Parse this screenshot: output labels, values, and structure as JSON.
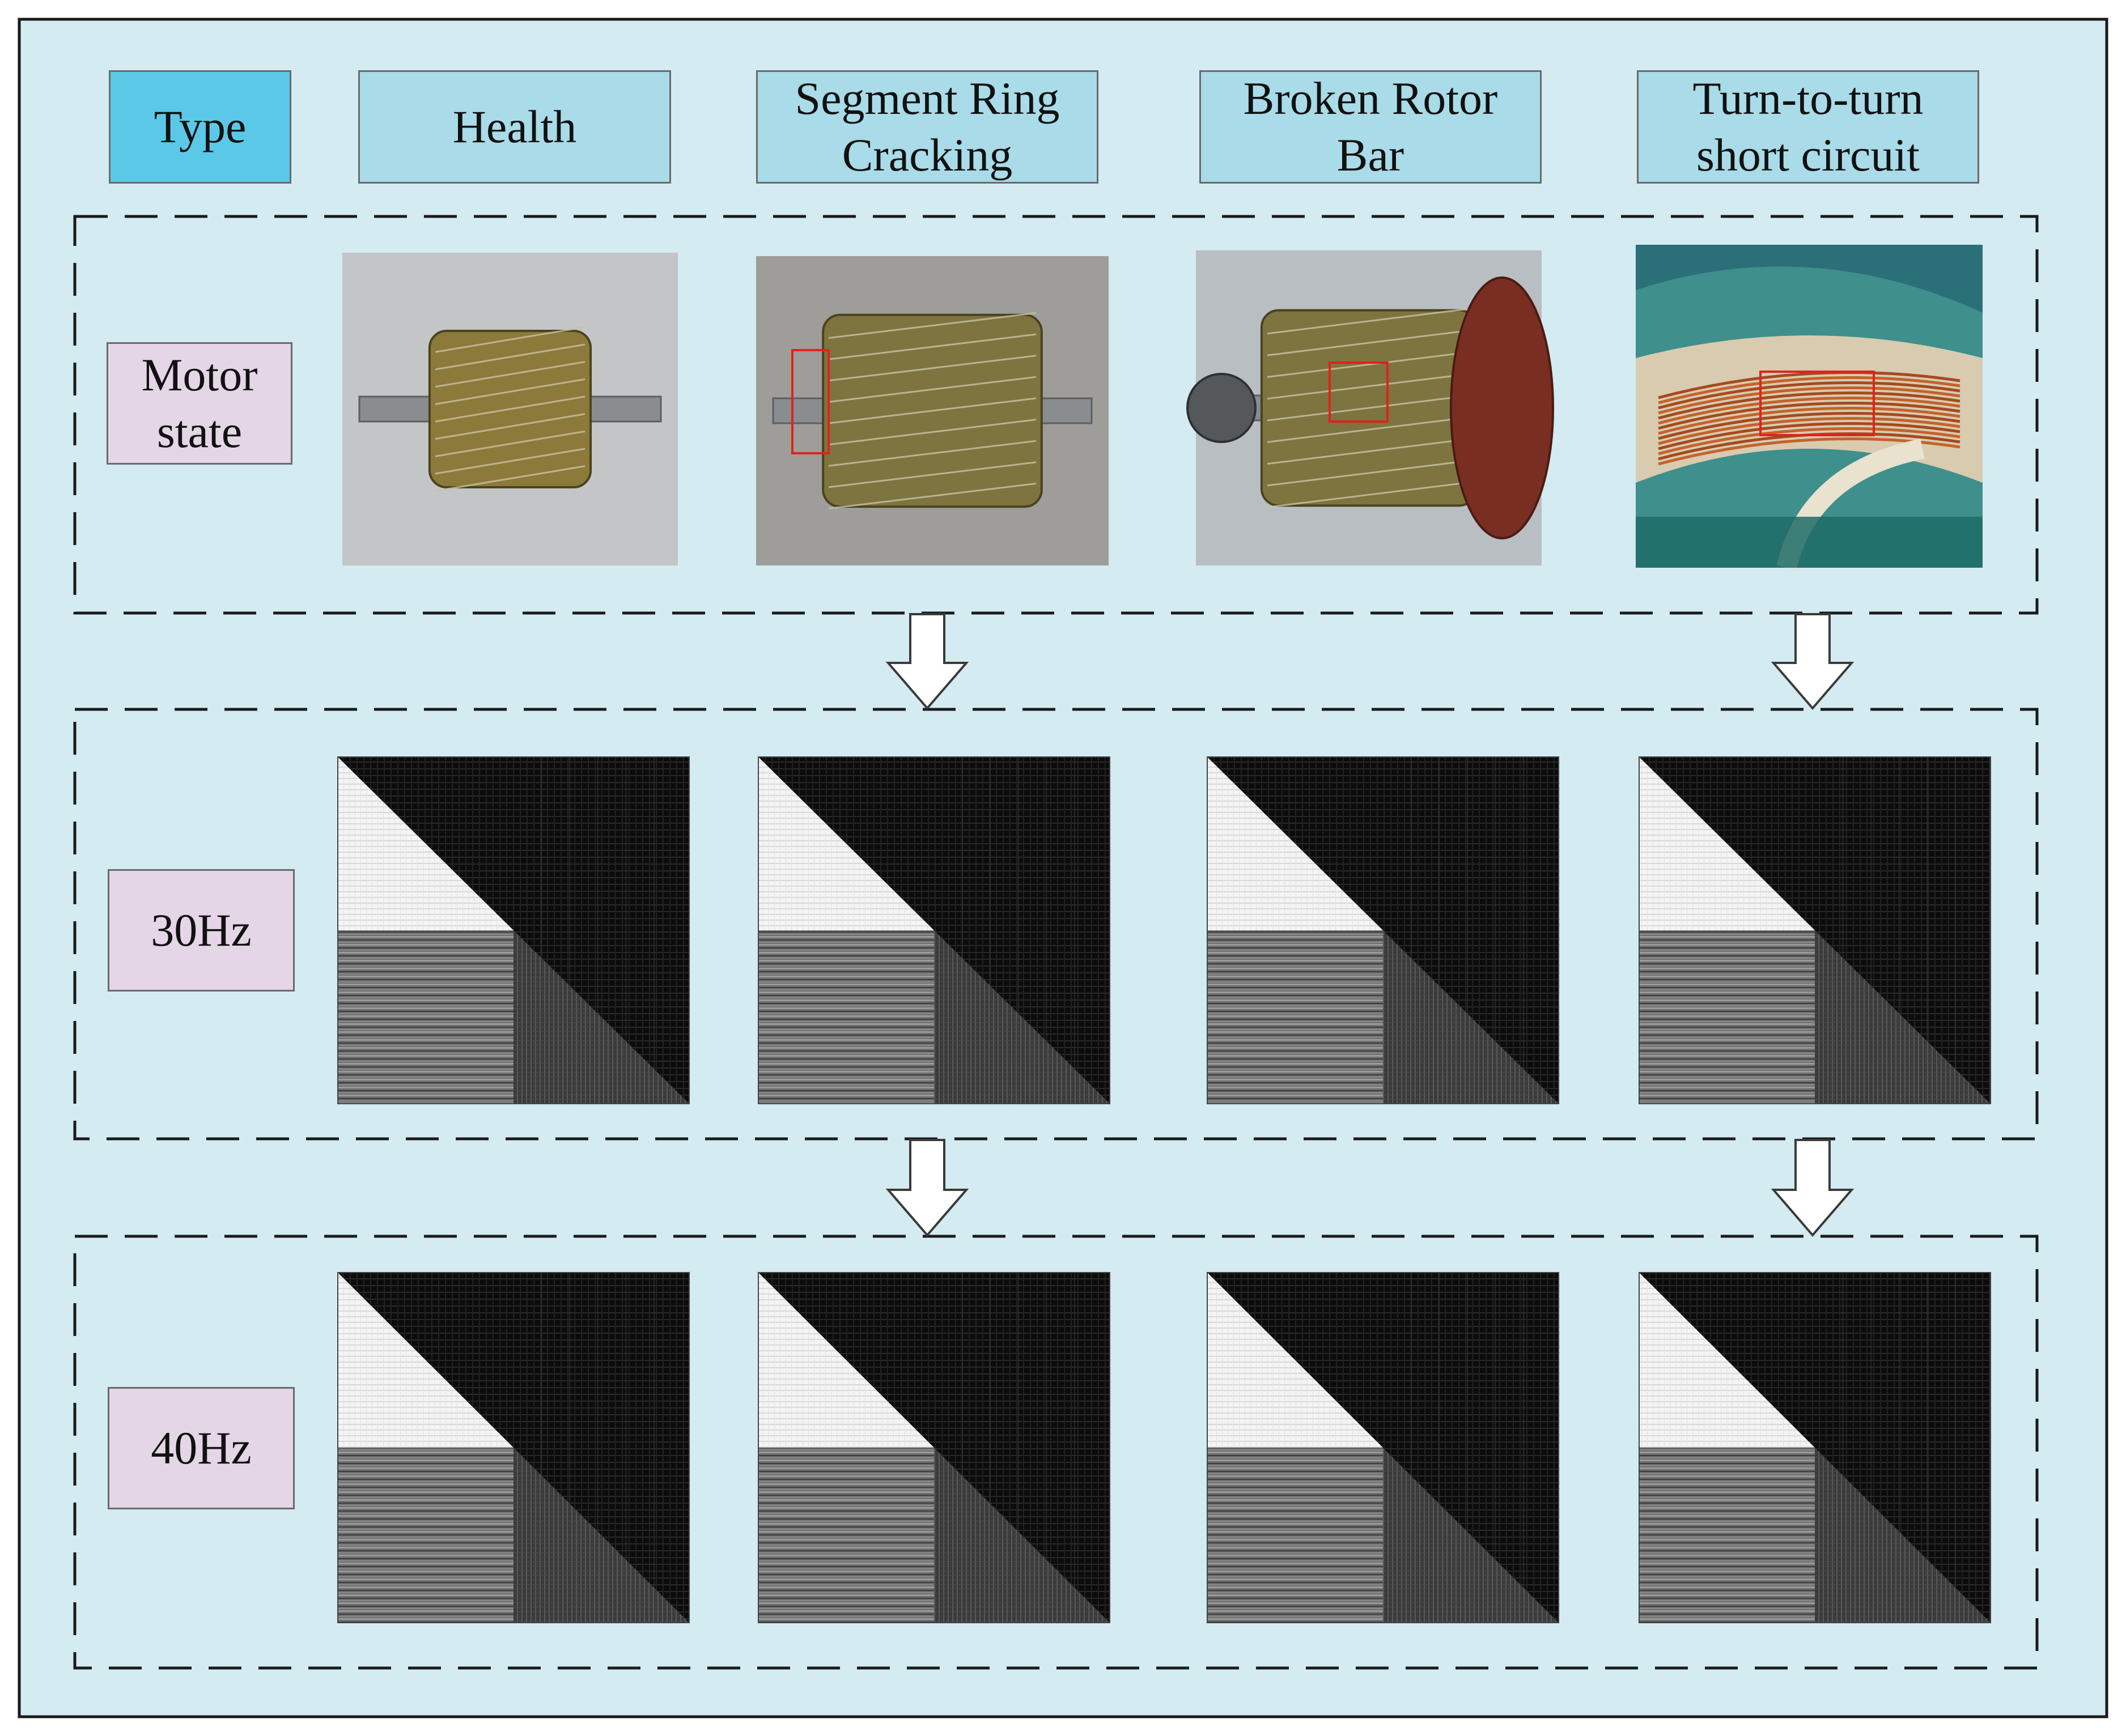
{
  "header": {
    "type_label": "Type",
    "columns": [
      "Health",
      "Segment Ring\nCracking",
      "Broken Rotor\nBar",
      "Turn-to-turn\nshort circuit"
    ]
  },
  "rows": {
    "motor_state": "Motor\nstate",
    "hz30": "30Hz",
    "hz40": "40Hz"
  },
  "colors": {
    "background": "#d3ebf1",
    "header_fill": "#a9dbe8",
    "type_fill": "#5bc8e8",
    "row_label_fill": "#e4d6e6",
    "highlight": "#e0221e"
  },
  "photos": [
    {
      "name": "health-rotor-photo",
      "bg": "#c3c5c7",
      "highlight": false
    },
    {
      "name": "segment-ring-cracking-rotor-photo",
      "bg": "#9e9d9a",
      "highlight": true
    },
    {
      "name": "broken-rotor-bar-photo",
      "bg": "#b9bec2",
      "highlight": true
    },
    {
      "name": "turn-to-turn-short-circuit-photo",
      "bg": "#3f8f8c",
      "highlight": true
    }
  ]
}
